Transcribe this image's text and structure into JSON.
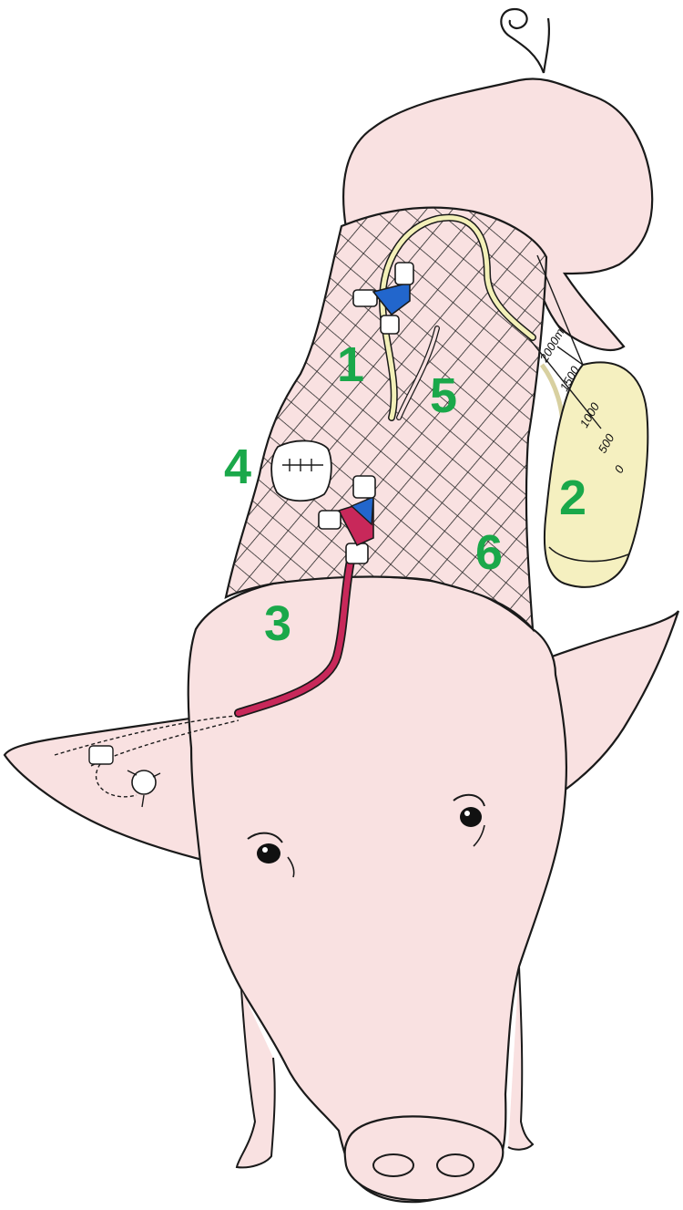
{
  "labels": {
    "l1": "1",
    "l2": "2",
    "l3": "3",
    "l4": "4",
    "l5": "5",
    "l6": "6"
  },
  "bag_scale": {
    "s2000": "2000ml",
    "s1500": "1500",
    "s1000": "1000",
    "s500": "500",
    "s0": "0"
  },
  "colors": {
    "skin": "#f9e1e1",
    "outline": "#1a1a1a",
    "label": "#1aa84a",
    "tube_yellow": "#f3f0b8",
    "bag_yellow": "#f5f0c0",
    "catheter_red": "#c8285a",
    "connector_blue": "#2266cc"
  }
}
